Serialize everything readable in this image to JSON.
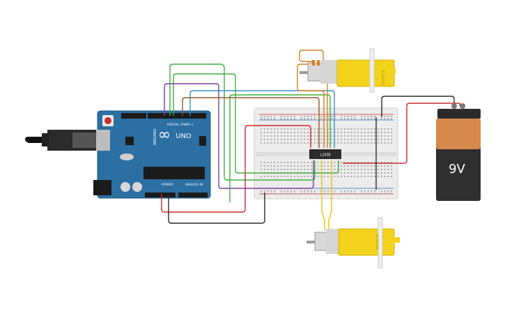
{
  "arduino": {
    "brand": "ARDUINO",
    "model": "UNO",
    "digital_label": "DIGITAL (PWM~)",
    "power_label": "POWER",
    "analog_label": "ANALOG IN",
    "logo_glyph": "∞"
  },
  "breadboard": {
    "chip_label": "L293D"
  },
  "motor_top": {
    "label": "DC MOTOR"
  },
  "motor_bottom": {
    "label": "DC MOTOR"
  },
  "battery": {
    "label": "9V"
  },
  "colors": {
    "board": "#2c6fa3",
    "wire_red": "#d0282b",
    "wire_black": "#2a2a2a",
    "wire_green": "#3fae3c",
    "wire_purple": "#7b3fa0",
    "wire_orange": "#d77f1e",
    "wire_blue": "#3a90c8",
    "wire_brown": "#8a5a2b",
    "wire_yellow": "#e6c300",
    "motor": "#f2d21b",
    "battery_top": "#d6894a"
  }
}
